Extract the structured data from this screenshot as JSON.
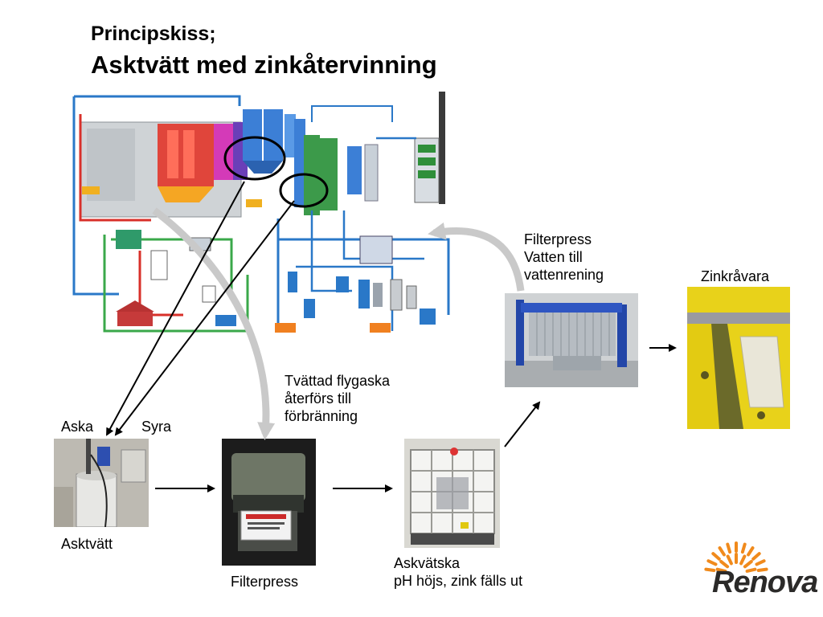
{
  "title": {
    "line1": "Principskiss;",
    "line2": "Asktvätt med zinkåtervinning"
  },
  "labels": {
    "filterpress_top": "Filterpress\nVatten till\nvattenrening",
    "zinkravara": "Zinkråvara",
    "tvattad": "Tvättad flygaska\nåterförs till\nförbränning",
    "aska": "Aska",
    "syra": "Syra",
    "asktvatt": "Asktvätt",
    "filterpress_bottom": "Filterpress",
    "askvatska": "Askvätska\npH höjs, zink fälls ut"
  },
  "logo": {
    "name": "Renova",
    "color": "#2b2a29",
    "sun_color": "#f08a1c"
  },
  "colors": {
    "pipe_blue": "#2a78c8",
    "pipe_green": "#3aa84a",
    "pipe_red": "#d8302a",
    "ibc_yellow": "#e8d21a",
    "press_blue": "#2346a8"
  }
}
